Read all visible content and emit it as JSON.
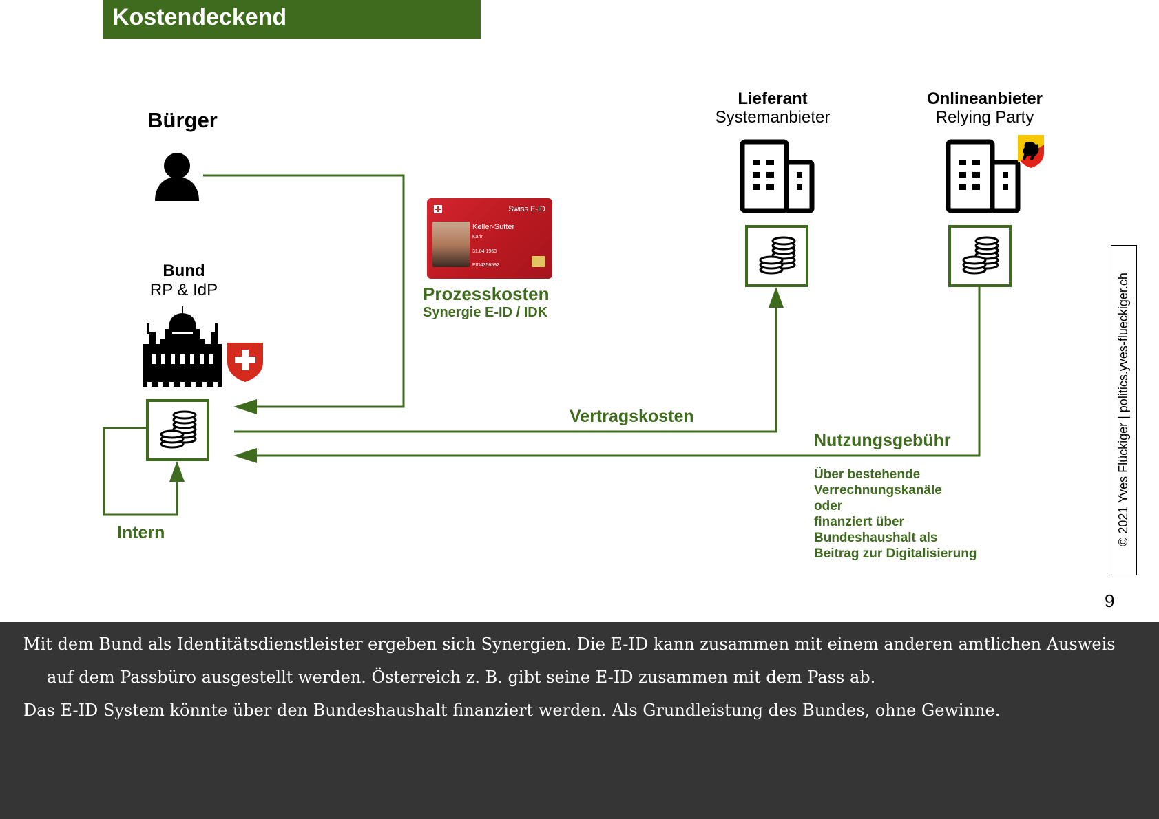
{
  "title": "Kostendeckend",
  "actors": {
    "buerger": {
      "name": "Bürger"
    },
    "bund": {
      "name": "Bund",
      "role": "RP & IdP"
    },
    "lieferant": {
      "name": "Lieferant",
      "role": "Systemanbieter"
    },
    "onlineanbieter": {
      "name": "Onlineanbieter",
      "role": "Relying Party"
    }
  },
  "id_card": {
    "title": "Swiss E-ID",
    "surname": "Keller-Sutter",
    "firstname": "Karin",
    "date": "31.04.1963",
    "number": "EID4356592"
  },
  "flows": {
    "prozesskosten": {
      "label": "Prozesskosten",
      "sublabel": "Synergie E-ID / IDK"
    },
    "vertragskosten": {
      "label": "Vertragskosten"
    },
    "nutzungsgebuehr": {
      "label": "Nutzungsgebühr",
      "notes": [
        "Über bestehende",
        "Verrechnungskanäle",
        "oder",
        "finanziert über",
        "Bundeshaushalt als",
        "Beitrag zur Digitalisierung"
      ]
    },
    "intern": {
      "label": "Intern"
    }
  },
  "icons": {
    "person": "person-icon",
    "parliament": "federal-palace-icon",
    "swiss_shield": "swiss-shield-icon",
    "bern_shield": "bern-coat-of-arms-icon",
    "building": "office-building-icon",
    "coins": "coins-icon"
  },
  "colors": {
    "accent_green": "#3f6b1e",
    "flow_line": "#3f6b1e",
    "notes_bg": "#353535",
    "swiss_red": "#d52b1e"
  },
  "copyright": "© 2021 Yves Flückiger | politics.yves-flueckiger.ch",
  "page_number": "9",
  "speaker_notes": [
    "Mit dem Bund als Identitätsdienstleister ergeben sich Synergien. Die E-ID kann zusammen mit einem anderen amtlichen Ausweis",
    "auf dem Passbüro ausgestellt werden. Österreich z. B. gibt seine E-ID zusammen mit dem Pass ab.",
    "Das E-ID System könnte über den Bundeshaushalt finanziert werden. Als Grundleistung des Bundes, ohne Gewinne."
  ]
}
